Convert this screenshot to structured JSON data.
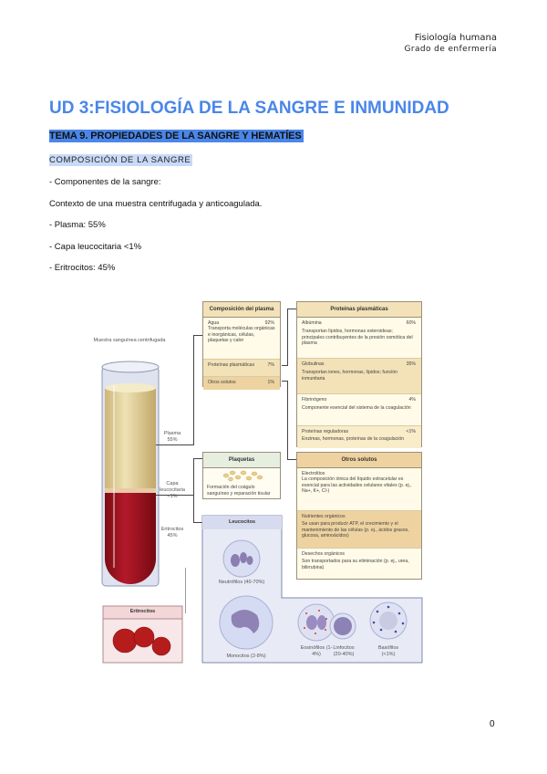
{
  "header": {
    "line1": "Fisiología humana",
    "line2": "Grado de enfermería"
  },
  "title": "UD 3:FISIOLOGÍA DE LA SANGRE E INMUNIDAD",
  "tema": "TEMA 9. PROPIEDADES DE LA SANGRE Y HEMATÍES",
  "section": "COMPOSICIÓN DE LA SANGRE",
  "paragraphs": [
    "- Componentes de la sangre:",
    "Contexto de una muestra centrifugada y anticoagulada.",
    "- Plasma: 55%",
    "- Capa leucocitaria <1%",
    "- Eritrocitos: 45%"
  ],
  "figure": {
    "tube_label": "Muestra sanguínea centrifugada",
    "plasma_label": "Plasma 55%",
    "buffy_label": "Capa leucocitaria <1%",
    "rbc_label": "Eritrocitos 45%",
    "plasma_box": {
      "title": "Composición del plasma",
      "rows": [
        {
          "name": "Agua",
          "pct": "92%",
          "desc": "Transporta moléculas orgánicas e inorgánicas, células, plaquetas y calor"
        },
        {
          "name": "Proteínas plasmáticas",
          "pct": "7%",
          "desc": ""
        },
        {
          "name": "Otros solutos",
          "pct": "1%",
          "desc": ""
        }
      ]
    },
    "proteins_box": {
      "title": "Proteínas plasmáticas",
      "rows": [
        {
          "name": "Albúmina",
          "pct": "60%",
          "desc": "Transportan lípidos, hormonas esteroideas; principales contribuyentes de la presión osmótica del plasma"
        },
        {
          "name": "Globulinas",
          "pct": "35%",
          "desc": "Transportan iones, hormonas, lípidos; función inmunitaria"
        },
        {
          "name": "Fibrinógeno",
          "pct": "4%",
          "desc": "Componente esencial del sistema de la coagulación"
        },
        {
          "name": "Proteínas reguladoras",
          "pct": "<1%",
          "desc": "Enzimas, hormonas, proteínas de la coagulación"
        }
      ]
    },
    "platelets_box": {
      "title": "Plaquetas",
      "desc": "Formación del coágulo sanguíneo y reparación tisular"
    },
    "solutes_box": {
      "title": "Otros solutos",
      "rows": [
        {
          "name": "Electrolitos",
          "desc": "La composición iónica del líquido extracelular es esencial para las actividades celulares vitales (p. ej., Na+, K+, Cl-)"
        },
        {
          "name": "Nutrientes orgánicos",
          "desc": "Se usan para producir ATP, el crecimiento y el mantenimiento de las células (p. ej., ácidos grasos, glucosa, aminoácidos)"
        },
        {
          "name": "Desechos orgánicos",
          "desc": "Son transportados para su eliminación (p. ej., urea, bilirrubina)"
        }
      ]
    },
    "leukocytes_box": {
      "title": "Leucocitos",
      "cells": [
        "Neutrófilos (40-70%)",
        "Monocitos (2-8%)",
        "Eosinófilos (1-4%)",
        "Linfocitos (20-40%)",
        "Basófilos (<1%)"
      ]
    },
    "erythrocytes_box": {
      "title": "Eritrocitos"
    },
    "colors": {
      "plasma": "#e6d7a4",
      "blood": "#a3121e",
      "box_bg": "#fffbe8",
      "box_header": "#f3e2b8",
      "accent_row": "#eed3a0",
      "leuko_bg": "#e8eaf6",
      "platelet_header": "#e6eee0",
      "rbc_header": "#f3d6d8"
    }
  },
  "page_number": "0"
}
